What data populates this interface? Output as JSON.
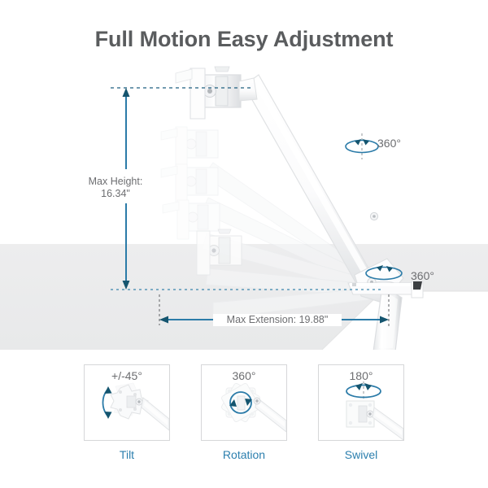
{
  "page": {
    "title": "Full Motion Easy Adjustment",
    "background": "#ffffff",
    "title_color": "#5a5c5e",
    "accent_color": "#2c7fae",
    "arrow_color": "#2b7ba8",
    "arrowhead_color": "#15556f",
    "desk_color": "#eceded",
    "label_color": "#6d6e71"
  },
  "measurements": {
    "max_height_line1": "Max Height:",
    "max_height_line2": "16.34\"",
    "max_extension": "Max Extension: 19.88\"",
    "rotation_upper": "360°",
    "rotation_lower": "360°"
  },
  "features": [
    {
      "degree": "+/-45°",
      "caption": "Tilt",
      "icon": "tilt-arc-arrow-icon"
    },
    {
      "degree": "360°",
      "caption": "Rotation",
      "icon": "circular-rotation-arrow-icon"
    },
    {
      "degree": "180°",
      "caption": "Swivel",
      "icon": "ellipse-swivel-arrow-icon"
    }
  ],
  "illustration": {
    "product": "gas-spring-monitor-arm",
    "ghost_positions": 5,
    "desk_clamp": "c-clamp-desk-mount"
  }
}
